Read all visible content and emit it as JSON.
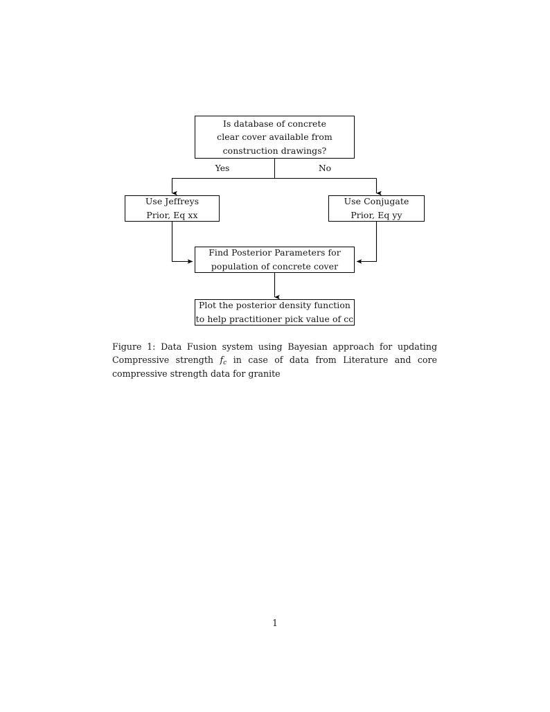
{
  "document": {
    "page_number": "1"
  },
  "figure": {
    "nodes": [
      {
        "id": "decision",
        "lines": [
          "Is database of concrete",
          "clear cover available from",
          "construction drawings?"
        ]
      },
      {
        "id": "jeffreys",
        "lines": [
          "Use Jeffreys",
          "Prior, Eq xx"
        ]
      },
      {
        "id": "conjugate",
        "lines": [
          "Use Conjugate",
          "Prior, Eq yy"
        ]
      },
      {
        "id": "posterior",
        "lines": [
          "Find Posterior Parameters for",
          "population of concrete cover"
        ]
      },
      {
        "id": "plot",
        "lines": [
          "Plot the posterior density function",
          "to help practitioner pick value of cc"
        ]
      }
    ],
    "edge_labels": {
      "yes": "Yes",
      "no": "No"
    },
    "line_color": "#000000"
  },
  "caption": {
    "label": "Figure 1:",
    "text_before_math": " Data Fusion system using Bayesian approach for updating Compressive strength ",
    "math_base": "f",
    "math_sub": "c",
    "text_after_math": " in case of data from Literature and core compressive strength data for granite"
  }
}
